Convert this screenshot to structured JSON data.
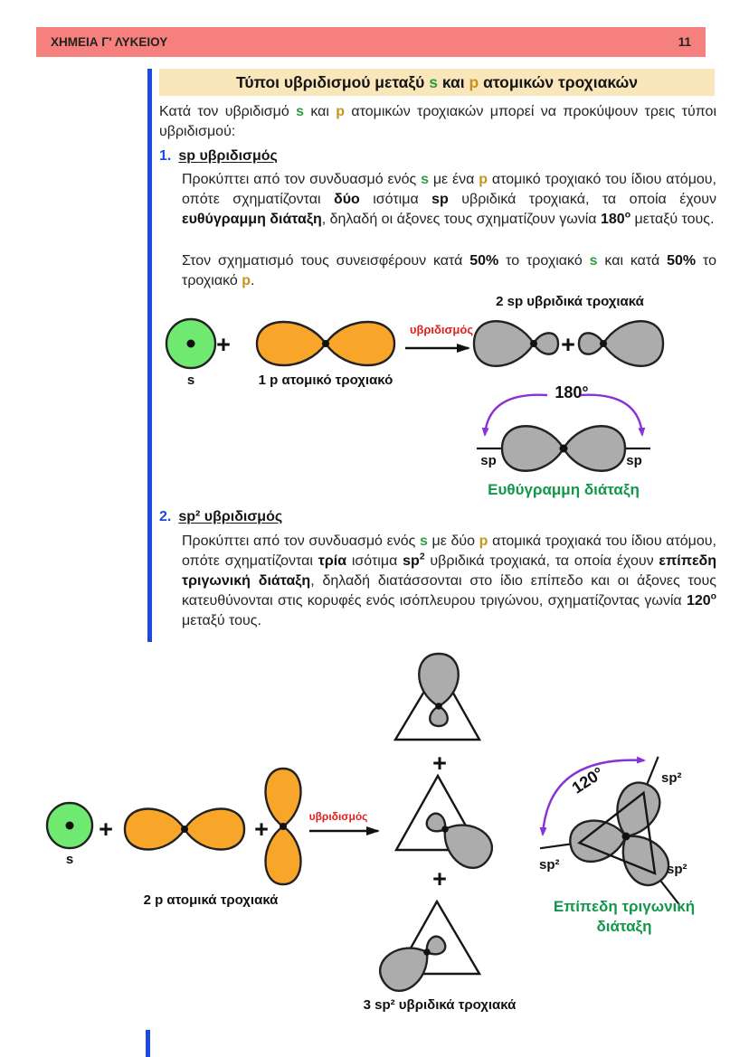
{
  "colors": {
    "header_bg": "#f5807d",
    "title_box_bg": "#fae6bb",
    "accent_blue": "#1d49e0",
    "green_s": "#329c42",
    "gold_p": "#c6931d",
    "red_label": "#e22020",
    "purple_arrow": "#8833d6",
    "caption_green": "#12984a",
    "orbital_green": "#70e970",
    "orbital_orange": "#f7a62a",
    "orbital_gray": "#acacac"
  },
  "header": {
    "title": "ΧΗΜΕΙΑ Γ' ΛΥΚΕΙΟΥ",
    "page_number": "11"
  },
  "title_box": {
    "runs": [
      {
        "t": "Τύποι υβριδισμού μεταξύ "
      },
      {
        "t": "s",
        "s": "s"
      },
      {
        "t": " και "
      },
      {
        "t": "p",
        "s": "p"
      },
      {
        "t": " ατομικών τροχιακών"
      }
    ]
  },
  "intro": {
    "runs": [
      {
        "t": "Κατά τον υβριδισμό "
      },
      {
        "t": "s",
        "s": "s"
      },
      {
        "t": " και "
      },
      {
        "t": "p",
        "s": "p"
      },
      {
        "t": " ατομικών τροχιακών μπορεί να προκύψουν τρεις τύποι υβριδισμού:"
      }
    ]
  },
  "sections": [
    {
      "number": "1.",
      "heading": "sp υβριδισμός",
      "paragraphs": [
        {
          "runs": [
            {
              "t": "Προκύπτει από τον συνδυασμό ενός "
            },
            {
              "t": "s",
              "s": "s"
            },
            {
              "t": " με ένα "
            },
            {
              "t": "p",
              "s": "p"
            },
            {
              "t": " ατομικό τροχιακό του ίδιου ατόμου, οπότε σχηματίζονται "
            },
            {
              "t": "δύο",
              "s": "b"
            },
            {
              "t": " ισότιμα "
            },
            {
              "t": "sp",
              "s": "b"
            },
            {
              "t": " υβριδικά τροχιακά, τα οποία έχουν "
            },
            {
              "t": "ευθύγραμμη διάταξη",
              "s": "b"
            },
            {
              "t": ", δηλαδή οι άξονες τους σχηματίζουν γωνία "
            },
            {
              "t": "180",
              "s": "b"
            },
            {
              "t": "o",
              "s": "bsup"
            },
            {
              "t": " μεταξύ τους."
            }
          ]
        },
        {
          "runs": [
            {
              "t": "Στον σχηματισμό τους συνεισφέρουν κατά "
            },
            {
              "t": "50%",
              "s": "b"
            },
            {
              "t": " το τροχιακό "
            },
            {
              "t": "s",
              "s": "s"
            },
            {
              "t": " και κατά "
            },
            {
              "t": "50%",
              "s": "b"
            },
            {
              "t": " το τροχιακό "
            },
            {
              "t": "p",
              "s": "p"
            },
            {
              "t": "."
            }
          ]
        }
      ]
    },
    {
      "number": "2.",
      "heading": "sp² υβριδισμός",
      "paragraphs": [
        {
          "runs": [
            {
              "t": "Προκύπτει από τον συνδυασμό ενός "
            },
            {
              "t": "s",
              "s": "s"
            },
            {
              "t": " με δύο "
            },
            {
              "t": "p",
              "s": "p"
            },
            {
              "t": " ατομικά τροχιακά του ίδιου ατόμου, οπότε σχηματίζονται "
            },
            {
              "t": "τρία",
              "s": "b"
            },
            {
              "t": " ισότιμα "
            },
            {
              "t": "sp",
              "s": "b"
            },
            {
              "t": "2",
              "s": "bsup"
            },
            {
              "t": " υβριδικά τροχιακά, τα οποία έχουν "
            },
            {
              "t": "επίπεδη τριγωνική διάταξη",
              "s": "b"
            },
            {
              "t": ", δηλαδή διατάσσονται στο ίδιο επίπεδο και οι άξονες τους κατευθύνονται στις κορυφές ενός ισόπλευρου τριγώνου, σχηματίζοντας γωνία "
            },
            {
              "t": "120",
              "s": "b"
            },
            {
              "t": "o",
              "s": "bsup"
            },
            {
              "t": " μεταξύ τους."
            }
          ]
        }
      ]
    }
  ],
  "diagram_sp": {
    "s_label": "s",
    "p_label": "1 p ατομικό τροχιακό",
    "arrow_label": "υβριδισμός",
    "result_label": "2 sp υβριδικά τροχιακά",
    "plus": "+"
  },
  "diagram_linear": {
    "angle_label": "180°",
    "sp_label_left": "sp",
    "sp_label_right": "sp",
    "caption": "Ευθύγραμμη διάταξη"
  },
  "diagram_sp2": {
    "s_label": "s",
    "p_label": "2 p ατομικά τροχιακά",
    "arrow_label": "υβριδισμός",
    "result_label": "3 sp² υβριδικά τροχιακά",
    "plus": "+"
  },
  "diagram_trigonal": {
    "angle_label": "120°",
    "sp2_label_top": "sp²",
    "sp2_label_left": "sp²",
    "sp2_label_bottom": "sp²",
    "caption_line1": "Επίπεδη τριγωνική",
    "caption_line2": "διάταξη"
  }
}
